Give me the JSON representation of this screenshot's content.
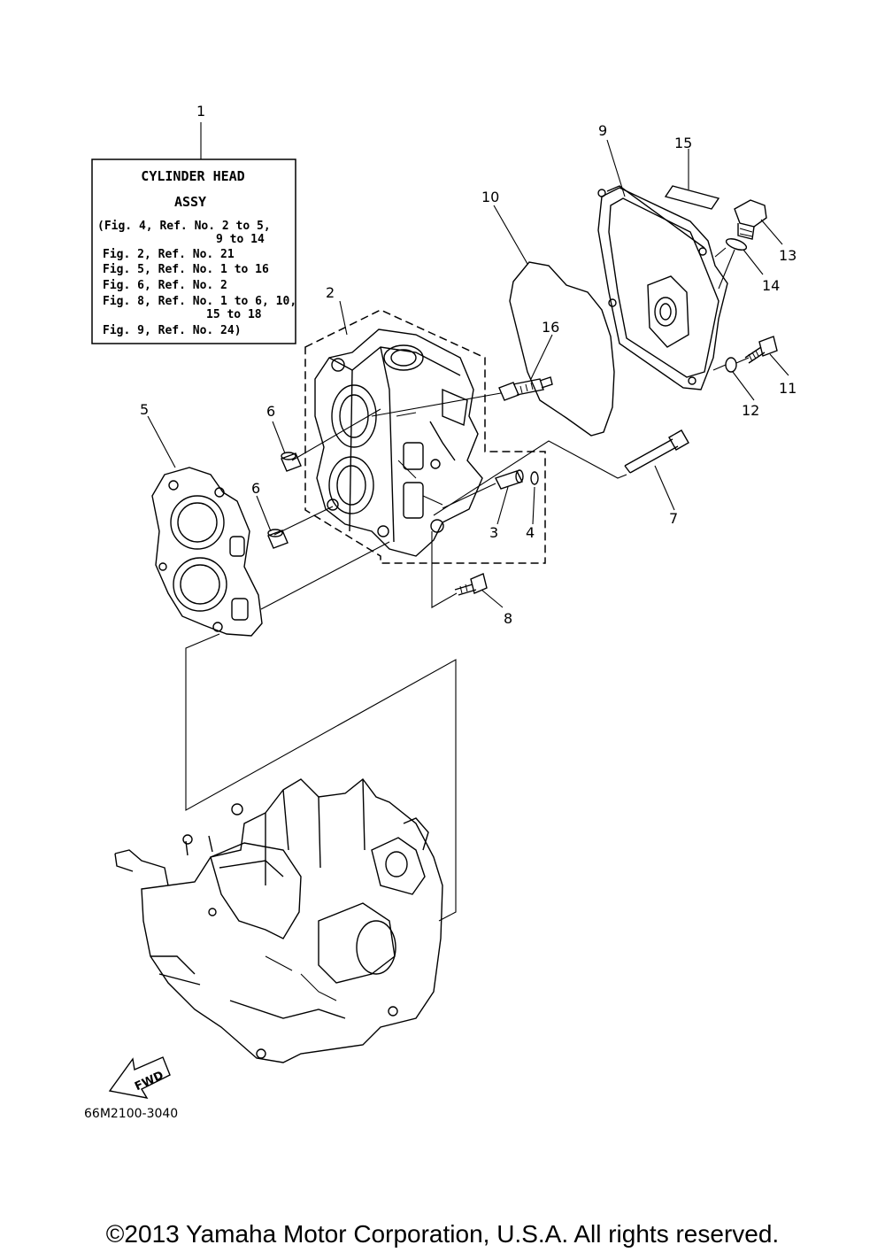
{
  "info_box": {
    "ref": "1",
    "title_line1": "CYLINDER HEAD",
    "title_line2": "ASSY",
    "lines": [
      "(Fig. 4, Ref. No. 2 to 5,",
      "9 to 14",
      "Fig. 2, Ref. No. 21",
      "Fig. 5, Ref. No. 1 to 16",
      "Fig. 6, Ref. No. 2",
      "Fig. 8, Ref. No. 1 to 6, 10,",
      "15 to 18",
      "Fig. 9, Ref. No. 24)"
    ]
  },
  "callouts": {
    "c2": "2",
    "c3": "3",
    "c4": "4",
    "c5": "5",
    "c6a": "6",
    "c6b": "6",
    "c7": "7",
    "c8": "8",
    "c9": "9",
    "c10": "10",
    "c11": "11",
    "c12": "12",
    "c13": "13",
    "c14": "14",
    "c15": "15",
    "c16": "16"
  },
  "fwd_label": "FWD",
  "drawing_code": "66M2100-3040",
  "copyright": "©2013 Yamaha Motor Corporation, U.S.A. All rights reserved."
}
